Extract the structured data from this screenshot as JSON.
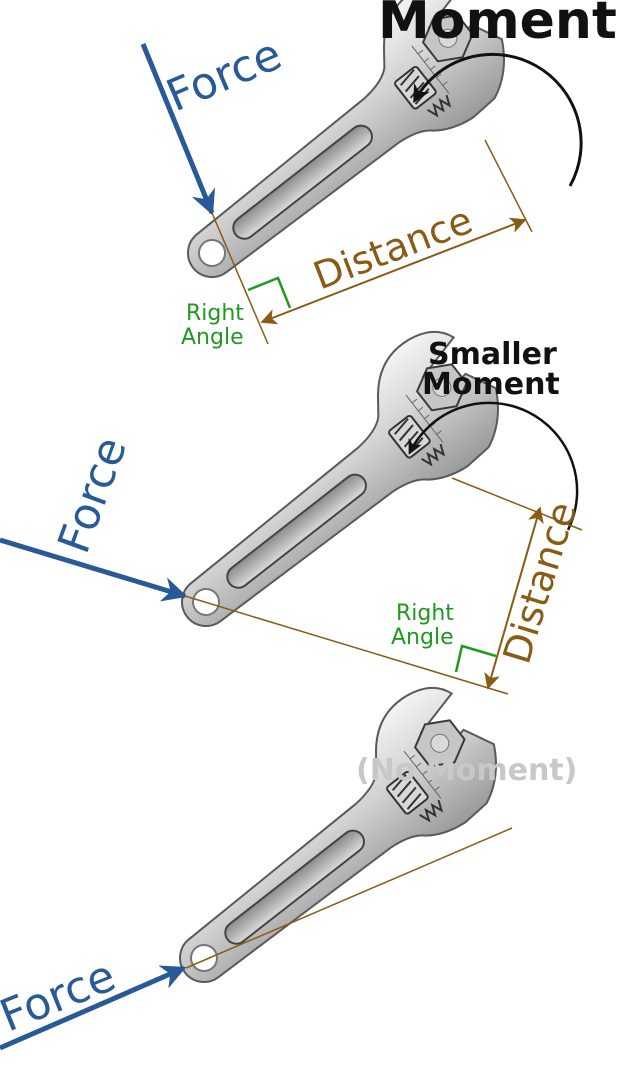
{
  "colors": {
    "force": "#275a96",
    "distance": "#8a5b14",
    "right_angle": "#1f9a1f",
    "moment": "#111111",
    "no_moment": "#c8c8c8",
    "wrench_steel": "#bdbdbd"
  },
  "panel1": {
    "title": "Moment",
    "force_label": "Force",
    "distance_label": "Distance",
    "right_angle_line1": "Right",
    "right_angle_line2": "Angle"
  },
  "panel2": {
    "title_line1": "Smaller",
    "title_line2": "Moment",
    "force_label": "Force",
    "distance_label": "Distance",
    "right_angle_line1": "Right",
    "right_angle_line2": "Angle"
  },
  "panel3": {
    "title": "(No Moment)",
    "force_label": "Force"
  }
}
